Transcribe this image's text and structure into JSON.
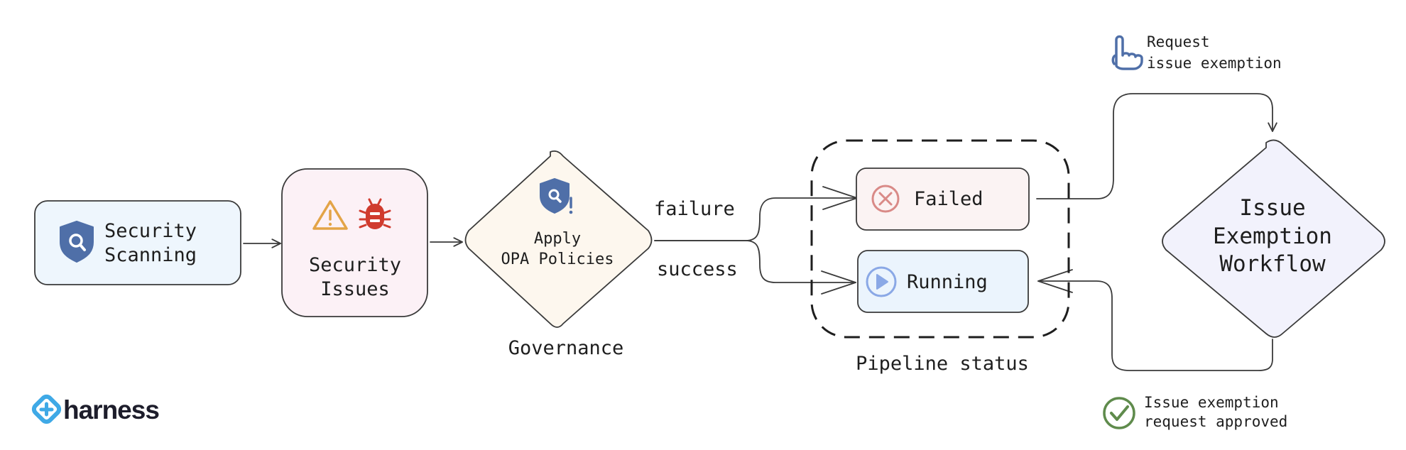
{
  "nodes": {
    "security_scanning": {
      "line1": "Security",
      "line2": "Scanning"
    },
    "security_issues": {
      "line1": "Security",
      "line2": "Issues"
    },
    "policies": {
      "line1": "Apply",
      "line2": "OPA Policies",
      "caption": "Governance"
    },
    "failed": {
      "label": "Failed"
    },
    "running": {
      "label": "Running"
    },
    "pipeline_group": {
      "caption": "Pipeline status"
    },
    "exemption": {
      "line1": "Issue",
      "line2": "Exemption",
      "line3": "Workflow"
    }
  },
  "edges": {
    "failure_label": "failure",
    "success_label": "success",
    "request_line1": "Request",
    "request_line2": "issue exemption",
    "approved_line1": "Issue exemption",
    "approved_line2": "request approved"
  },
  "logo": {
    "text": "harness"
  },
  "colors": {
    "scanning_fill": "#eef6fd",
    "issues_fill": "#fcf1f6",
    "policies_fill": "#fdf7ee",
    "failed_fill": "#fbf3f3",
    "running_fill": "#ebf4fd",
    "exemption_fill": "#f2f2fc",
    "stroke": "#3a3a3a",
    "shield_blue": "#4f6fa8",
    "warning_orange": "#e3a447",
    "bug_red": "#d03b2e",
    "failed_red": "#d98a87",
    "running_blue": "#8aa8e6",
    "approved_green": "#5f8b4c",
    "logo_blue": "#3fa9e6"
  }
}
